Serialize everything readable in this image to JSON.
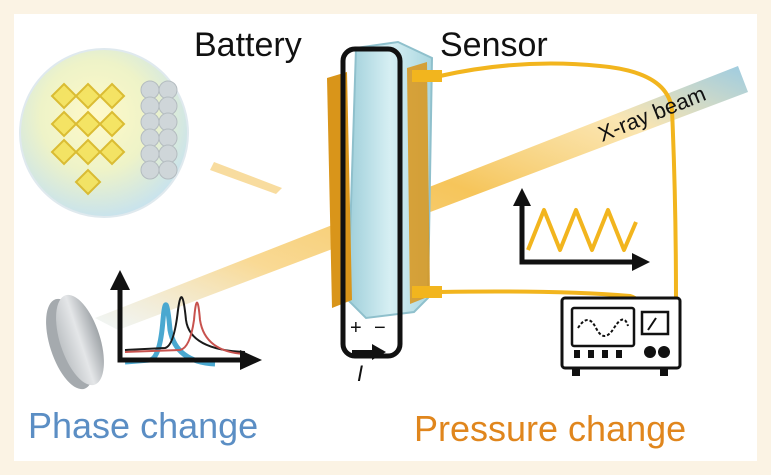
{
  "labels": {
    "battery": "Battery",
    "sensor": "Sensor",
    "xray_beam": "X-ray beam",
    "phase_change": "Phase change",
    "pressure_change": "Pressure change",
    "plus": "+",
    "minus": "−",
    "current": "I"
  },
  "colors": {
    "background": "#fbf3e4",
    "panel": "#ffffff",
    "beam": "#f3b328",
    "wire": "#f2b51e",
    "electrode": "#d9951a",
    "separator": "#bfe3ea",
    "phase_text": "#5b8ec4",
    "pressure_text": "#e0861d",
    "peak_blue": "#4aa8d0",
    "peak_red": "#c8524e",
    "outline": "#111111"
  },
  "icons": {
    "crystal": "crystal-lattice-icon",
    "detector": "detector-disk-icon",
    "oscilloscope": "oscilloscope-icon"
  }
}
